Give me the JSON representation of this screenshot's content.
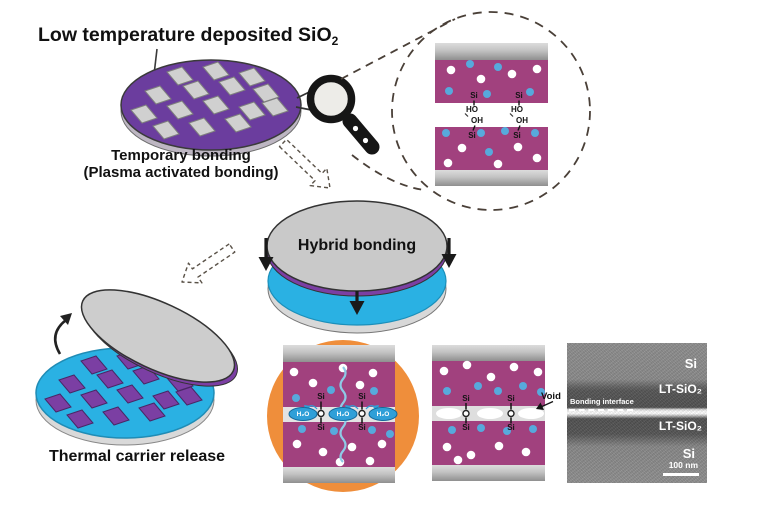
{
  "title": {
    "text": "Low temperature deposited SiO",
    "subscript": "2"
  },
  "labels": {
    "temporary_bonding": "Temporary bonding",
    "plasma_activated": "(Plasma activated bonding)",
    "hybrid_bonding": "Hybrid bonding",
    "thermal_release": "Thermal carrier release",
    "void": "Void"
  },
  "molecule": {
    "si": "Si",
    "ho": "HO",
    "oh": "OH",
    "h2o": "H₂O"
  },
  "tem": {
    "si_top": "Si",
    "ltsio2_top": "LT-SiO₂",
    "bonding_interface": "Bonding interface",
    "ltsio2_bottom": "LT-SiO₂",
    "si_bottom": "Si",
    "scale": "100 nm"
  },
  "colors": {
    "carrier_wafer_purple": "#6b3d9e",
    "device_wafer_blue": "#2ab1e3",
    "oxide_magenta": "#a1417e",
    "die_chip_gray": "#d0d0d0",
    "die_chip_purple": "#7b3fa3",
    "particle_blue": "#57a9dc",
    "anneal_orange": "#ef8e3b",
    "h2o_blue": "#2f9fd8"
  }
}
